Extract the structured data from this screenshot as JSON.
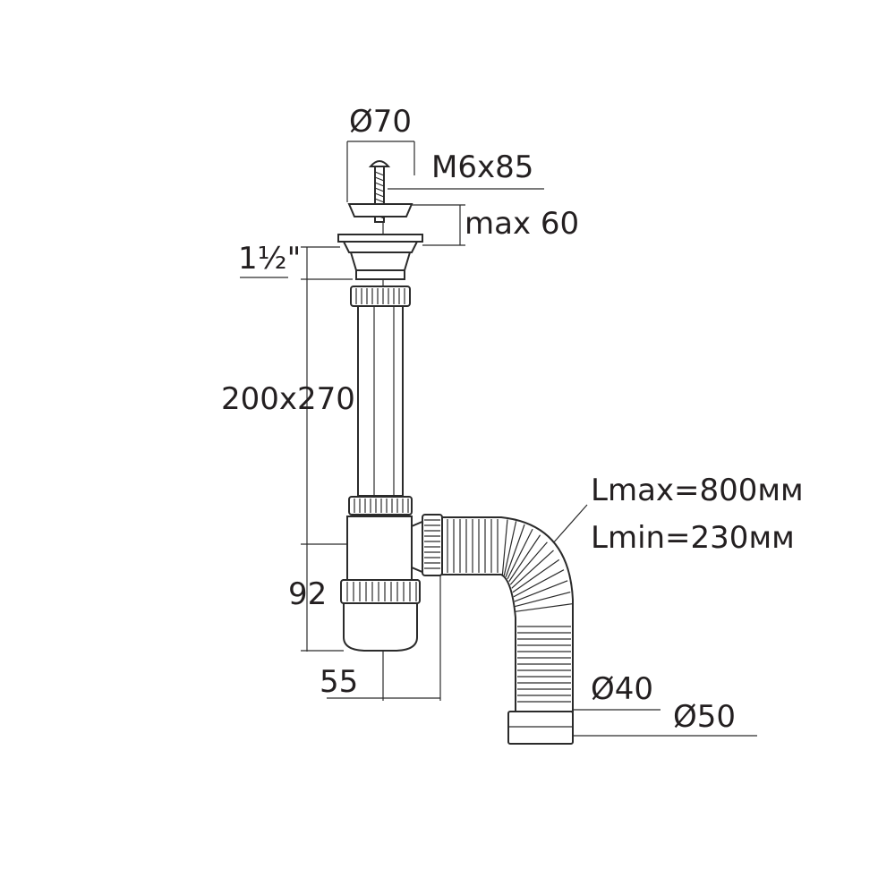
{
  "labels": {
    "diameter_top": "Ø70",
    "screw": "M6x85",
    "max_thickness": "max 60",
    "thread": "1½\"",
    "pipe_length": "200x270",
    "lmax": "Lmax=800мм",
    "lmin": "Lmin=230мм",
    "trap_height": "92",
    "offset": "55",
    "diameter_inner": "Ø40",
    "diameter_outer": "Ø50"
  }
}
